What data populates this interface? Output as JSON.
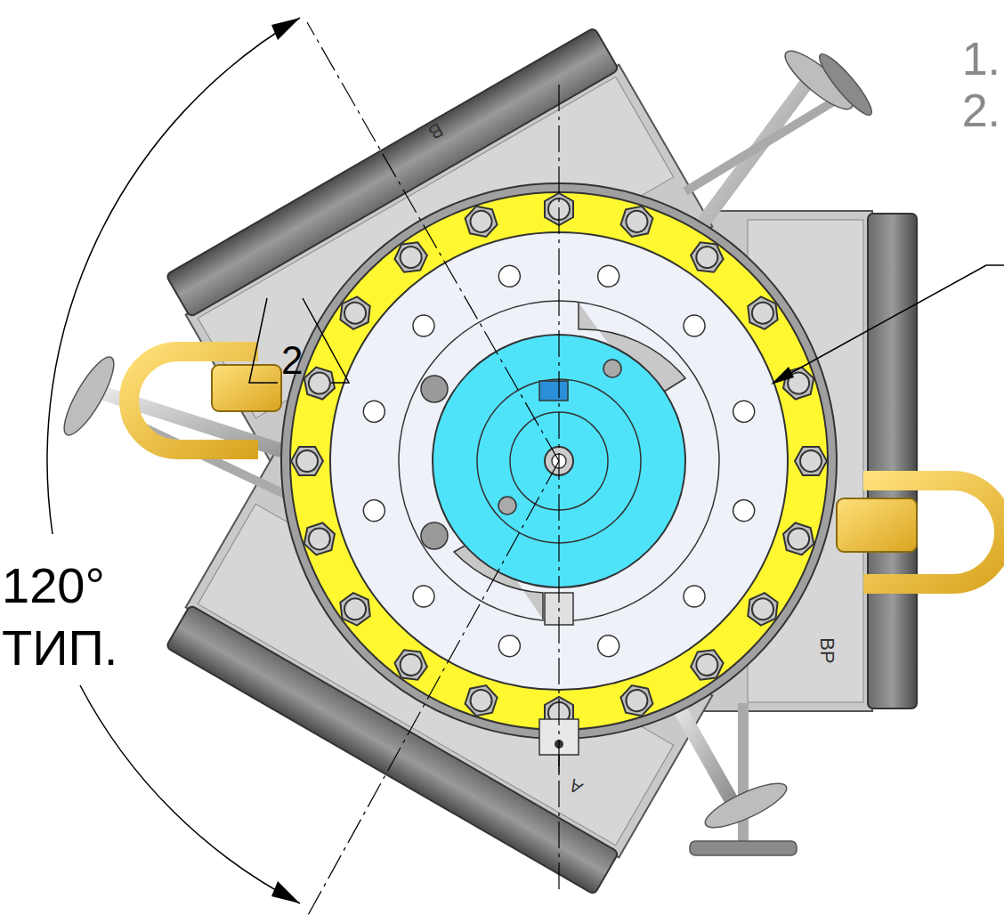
{
  "diagram": {
    "labels": [
      "1.",
      "2.",
      "В",
      "2",
      "120°",
      "ТИП.",
      "ВР",
      "А"
    ]
  }
}
